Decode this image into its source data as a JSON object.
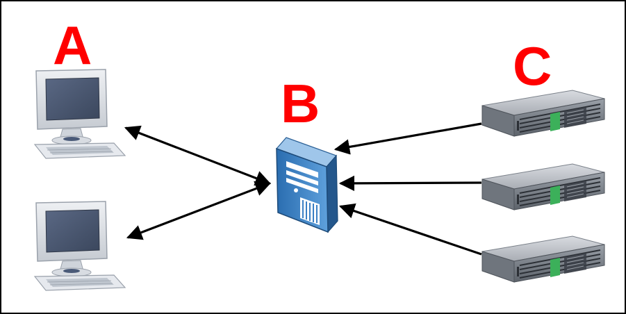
{
  "labels": {
    "a": "A",
    "b": "B",
    "c": "C"
  },
  "nodes": {
    "clients": [
      {
        "icon": "desktop-computer-icon"
      },
      {
        "icon": "desktop-computer-icon"
      }
    ],
    "server": {
      "icon": "server-tower-icon"
    },
    "servers": [
      {
        "icon": "rack-server-icon"
      },
      {
        "icon": "rack-server-icon"
      },
      {
        "icon": "rack-server-icon"
      }
    ]
  },
  "colors": {
    "label": "#ff0000",
    "arrow": "#000000",
    "frame": "#000000",
    "monitor_screen": "#4a5870",
    "tower": "#3a7fc4"
  }
}
